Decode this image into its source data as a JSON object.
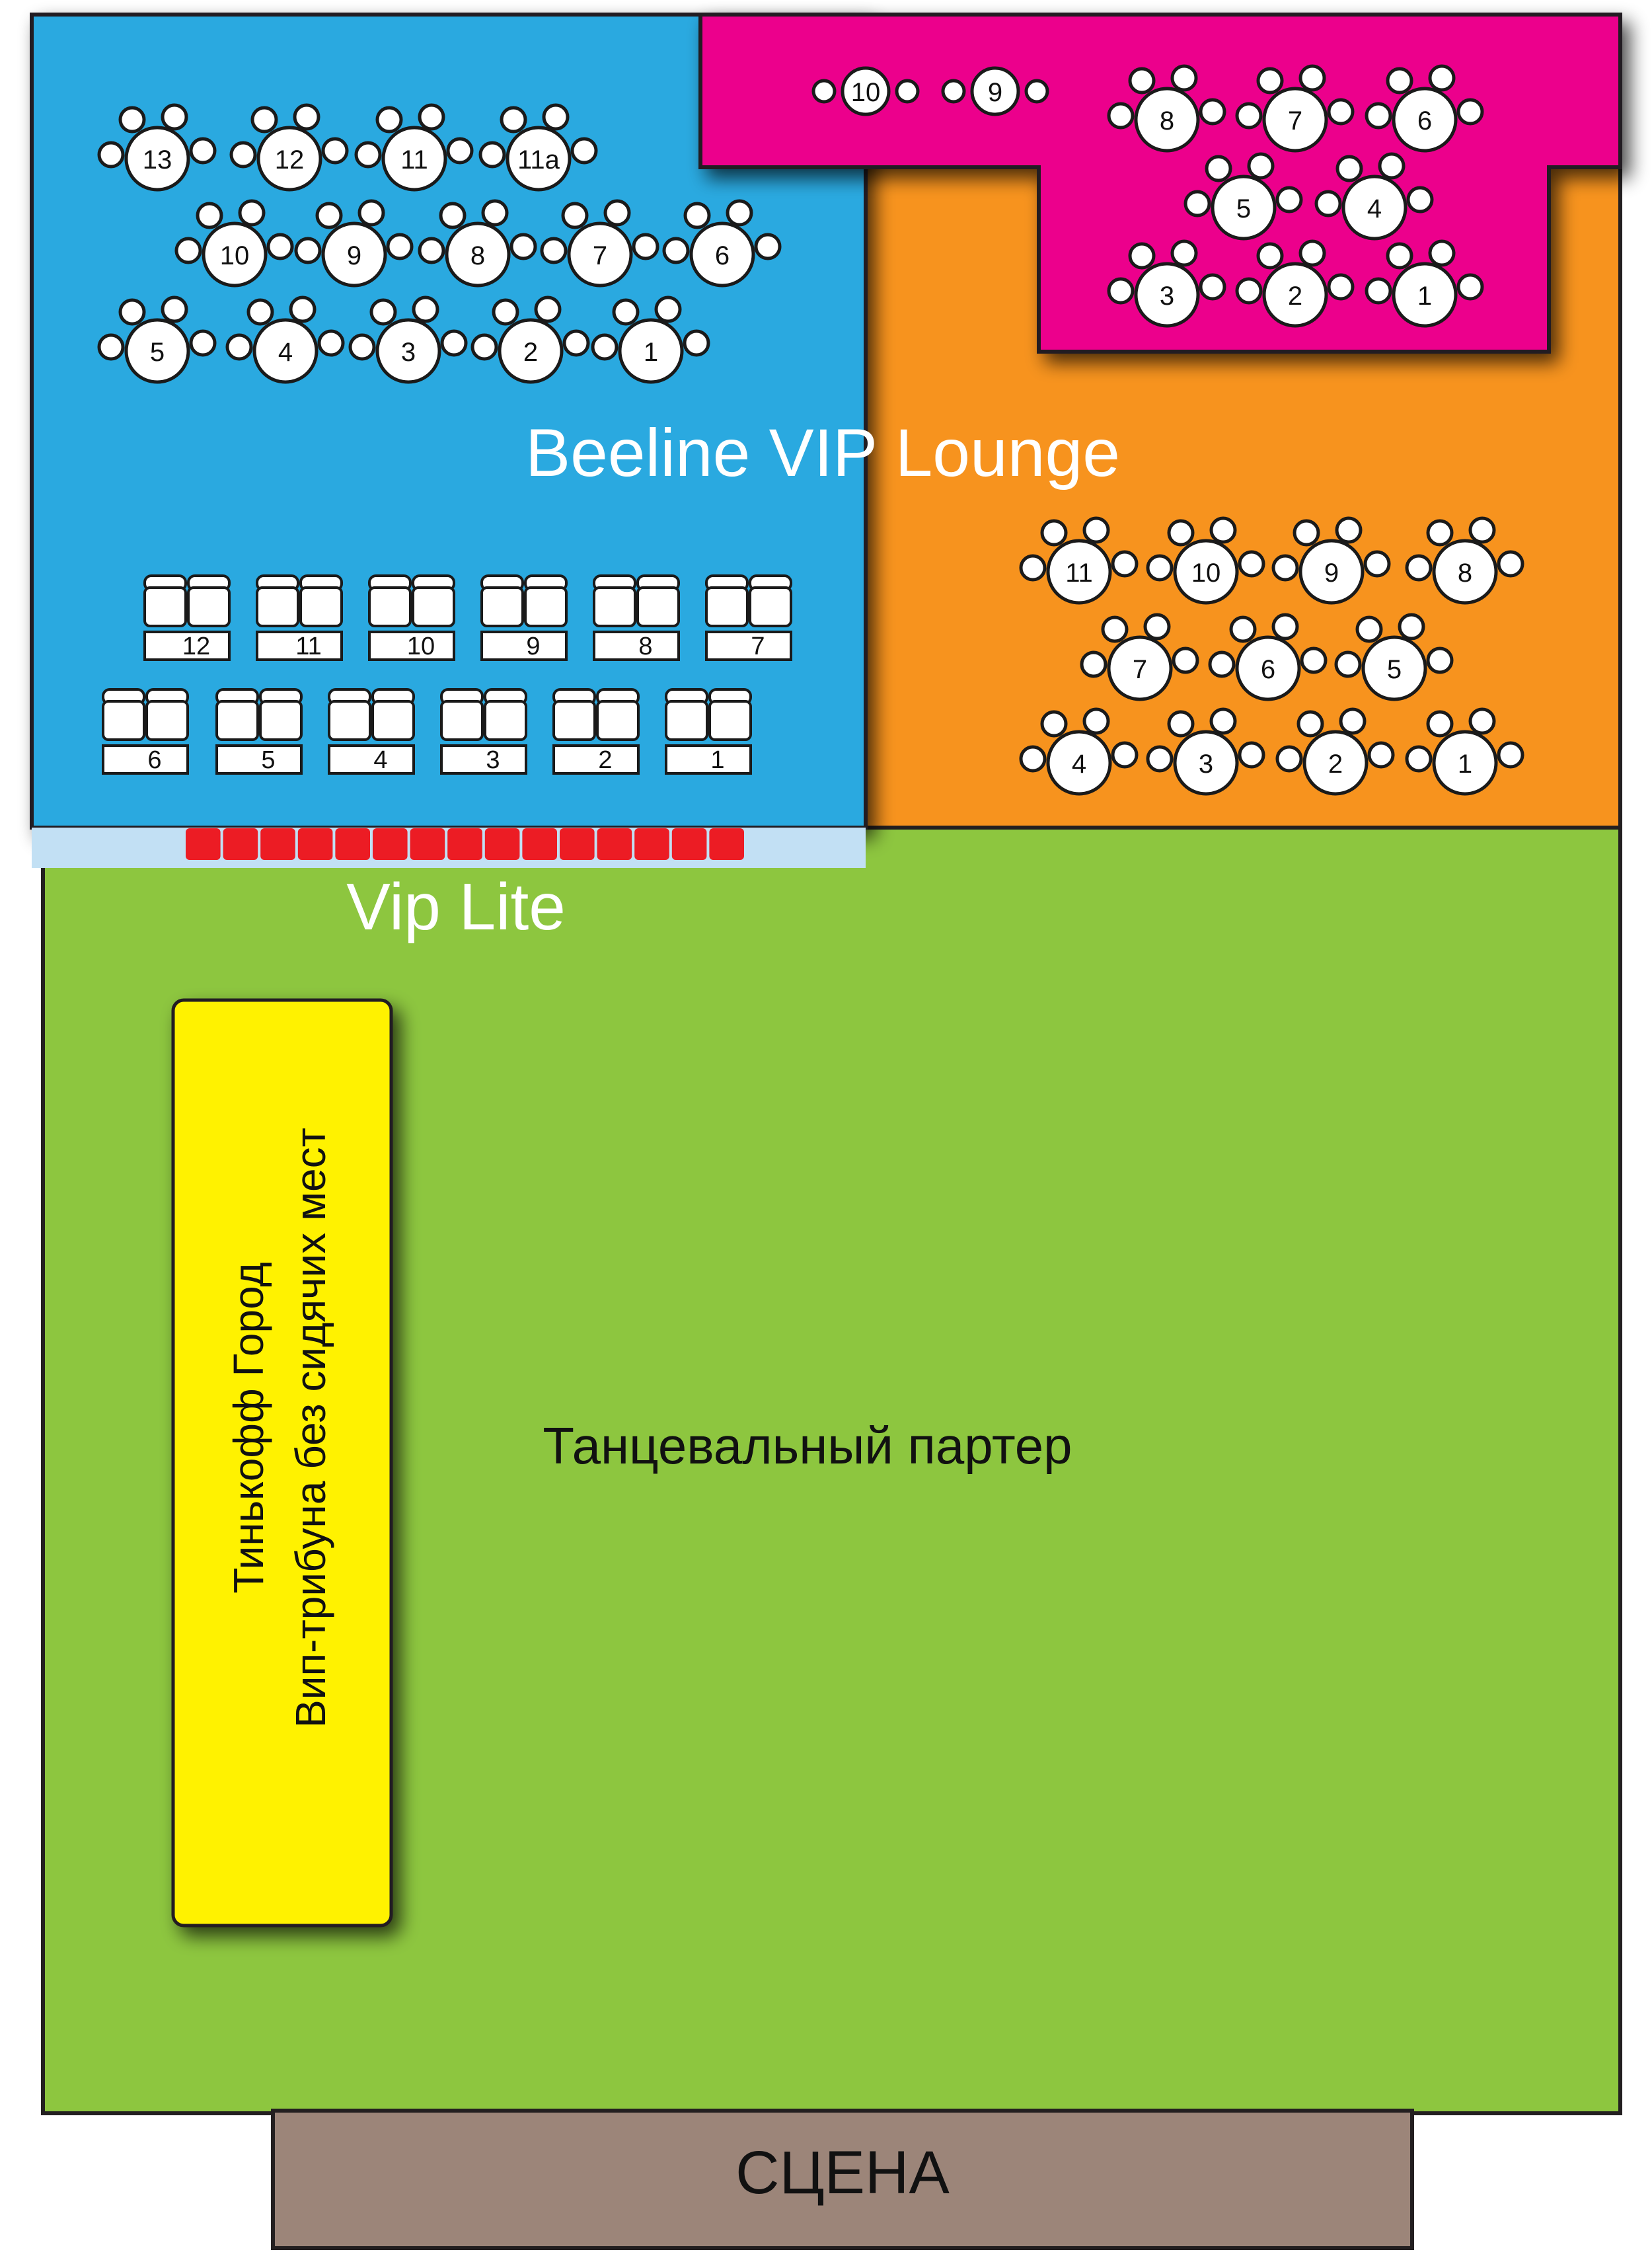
{
  "colors": {
    "beeline_vip": "#29a9e0",
    "pink_zone": "#ec008c",
    "orange_zone": "#f7931e",
    "dance_floor": "#8dc63f",
    "vip_lite_strip": "#c2e0f4",
    "vip_lite_seats": "#ec1c24",
    "tribune": "#fff200",
    "stage": "#9c8579"
  },
  "labels": {
    "beeline_vip_lounge": "Beeline VIP Lounge",
    "vip_lite": "Vip Lite",
    "dance_floor": "Танцевальный партер",
    "stage": "СЦЕНА",
    "tribune_line1": "Тинькофф Город",
    "tribune_line2": "Вип-трибуна без сидячих мест"
  },
  "blue_tables": [
    {
      "num": "13",
      "chairs": 4
    },
    {
      "num": "12",
      "chairs": 4
    },
    {
      "num": "11",
      "chairs": 4
    },
    {
      "num": "11a",
      "chairs": 4
    },
    {
      "num": "10",
      "chairs": 4
    },
    {
      "num": "9",
      "chairs": 4
    },
    {
      "num": "8",
      "chairs": 4
    },
    {
      "num": "7",
      "chairs": 4
    },
    {
      "num": "6",
      "chairs": 4
    },
    {
      "num": "5",
      "chairs": 4
    },
    {
      "num": "4",
      "chairs": 4
    },
    {
      "num": "3",
      "chairs": 4
    },
    {
      "num": "2",
      "chairs": 4
    },
    {
      "num": "1",
      "chairs": 4
    }
  ],
  "pink_tables": [
    {
      "num": "10",
      "chairs": 2
    },
    {
      "num": "9",
      "chairs": 2
    },
    {
      "num": "8",
      "chairs": 4
    },
    {
      "num": "7",
      "chairs": 4
    },
    {
      "num": "6",
      "chairs": 4
    },
    {
      "num": "5",
      "chairs": 4
    },
    {
      "num": "4",
      "chairs": 4
    },
    {
      "num": "3",
      "chairs": 4
    },
    {
      "num": "2",
      "chairs": 4
    },
    {
      "num": "1",
      "chairs": 4
    }
  ],
  "orange_tables": [
    {
      "num": "11",
      "chairs": 4
    },
    {
      "num": "10",
      "chairs": 4
    },
    {
      "num": "9",
      "chairs": 4
    },
    {
      "num": "8",
      "chairs": 4
    },
    {
      "num": "7",
      "chairs": 4
    },
    {
      "num": "6",
      "chairs": 4
    },
    {
      "num": "5",
      "chairs": 4
    },
    {
      "num": "4",
      "chairs": 4
    },
    {
      "num": "3",
      "chairs": 4
    },
    {
      "num": "2",
      "chairs": 4
    },
    {
      "num": "1",
      "chairs": 4
    }
  ],
  "sofas": [
    "12",
    "11",
    "10",
    "9",
    "8",
    "7",
    "6",
    "5",
    "4",
    "3",
    "2",
    "1"
  ],
  "vip_lite_seat_count": 15
}
